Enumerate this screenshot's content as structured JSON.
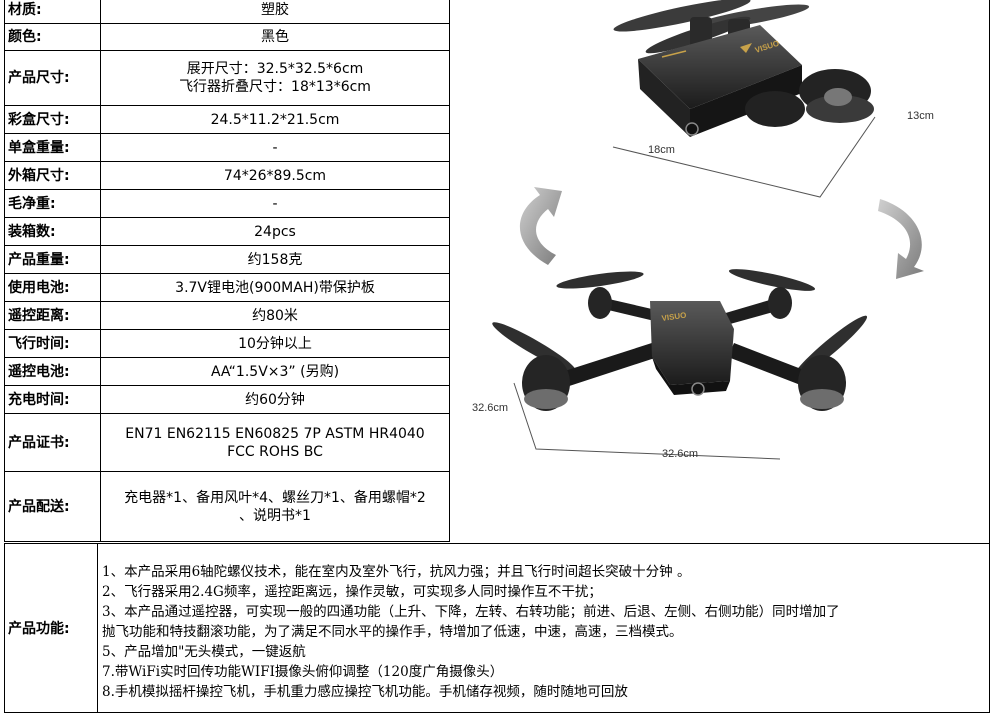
{
  "specs": [
    {
      "label": "材质:",
      "value": [
        "塑胶"
      ],
      "h": 27
    },
    {
      "label": "颜色:",
      "value": [
        "黑色"
      ],
      "h": 27
    },
    {
      "label": "产品尺寸:",
      "value": [
        "展开尺寸：32.5*32.5*6cm",
        "飞行器折叠尺寸：18*13*6cm"
      ],
      "h": 55
    },
    {
      "label": "彩盒尺寸:",
      "value": [
        "24.5*11.2*21.5cm"
      ],
      "h": 28
    },
    {
      "label": "单盒重量:",
      "value": [
        "-"
      ],
      "h": 28
    },
    {
      "label": "外箱尺寸:",
      "value": [
        "74*26*89.5cm"
      ],
      "h": 28
    },
    {
      "label": "毛净重:",
      "value": [
        "-"
      ],
      "h": 28
    },
    {
      "label": "装箱数:",
      "value": [
        "24pcs"
      ],
      "h": 28
    },
    {
      "label": "产品重量:",
      "value": [
        "约158克"
      ],
      "h": 28
    },
    {
      "label": "使用电池:",
      "value": [
        "3.7V锂电池(900MAH)带保护板"
      ],
      "h": 28
    },
    {
      "label": "遥控距离:",
      "value": [
        "约80米"
      ],
      "h": 28
    },
    {
      "label": "飞行时间:",
      "value": [
        "10分钟以上"
      ],
      "h": 28
    },
    {
      "label": "遥控电池:",
      "value": [
        "AA“1.5V×3” (另购)"
      ],
      "h": 28
    },
    {
      "label": "充电时间:",
      "value": [
        "约60分钟"
      ],
      "h": 28
    },
    {
      "label": "产品证书:",
      "value": [
        "EN71 EN62115 EN60825 7P ASTM HR4040",
        "FCC ROHS BC"
      ],
      "h": 58
    },
    {
      "label": "产品配送:",
      "value": [
        "充电器*1、备用风叶*4、螺丝刀*1、备用螺帽*2",
        "、说明书*1"
      ],
      "h": 70
    }
  ],
  "dimensions": {
    "folded_depth": "13cm",
    "folded_width": "18cm",
    "unfolded_side": "32.6cm",
    "unfolded_bottom": "32.6cm"
  },
  "drone_logo": "VISUO",
  "function": {
    "label": "产品功能:",
    "items": [
      "1、本产品采用6轴陀螺仪技术，能在室内及室外飞行，抗风力强；并且飞行时间超长突破十分钟 。",
      "2、飞行器采用2.4G频率，遥控距离远，操作灵敏，可实现多人同时操作互不干扰；",
      "3、本产品通过遥控器，可实现一般的四通功能（上升、下降，左转、右转功能；前进、后退、左侧、右侧功能）同时增加了",
      "抛飞功能和特技翻滚功能，为了满足不同水平的操作手，特增加了低速，中速，高速，三档模式。",
      "5、产品增加\"无头模式，一键返航",
      "7.带WiFi实时回传功能WIFI摄像头俯仰调整（120度广角摄像头）",
      "8.手机模拟摇杆操控飞机，手机重力感应操控飞机功能。手机储存视频，随时随地可回放"
    ]
  },
  "colors": {
    "border": "#000000",
    "drone_body": "#2b2b2b",
    "accent": "#c8a24a",
    "arrow": "#9a9a9a"
  }
}
